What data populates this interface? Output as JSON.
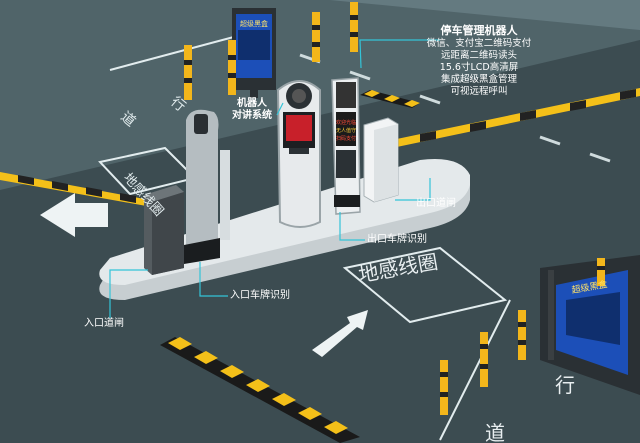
{
  "colors": {
    "road": "#3c4c51",
    "road_light": "#4a5d63",
    "ground_marking": "#d9e4e6",
    "island": "#d4dadd",
    "barrier_yellow": "#f4c019",
    "post_yellow": "#f3b61b",
    "callout_cyan": "#33c4d8",
    "screen_blue": "#1c4fb8"
  },
  "icons": [
    "left-arrow-marking",
    "up-arrow-marking",
    "barrier-gate",
    "parking-robot",
    "camera-post",
    "display-kiosk",
    "bollard"
  ],
  "robot_description": {
    "title": "停车管理机器人",
    "lines": [
      "微信、支付宝二维码支付",
      "远距离二维码读头",
      "15.6寸LCD高清屏",
      "集成超级黑盒管理",
      "可视远程呼叫"
    ]
  },
  "labels": {
    "robot_talk": [
      "机器人",
      "对讲系统"
    ],
    "exit_gate": "出口道闸",
    "exit_plate": "出口车牌识别",
    "entrance_plate": "入口车牌识别",
    "entrance_gate": "入口道闸"
  },
  "ground_text": {
    "loop": "地感线圈",
    "loop_left": "地感线圈",
    "lane_right": [
      "行",
      "道"
    ],
    "lane_left": [
      "道",
      "行"
    ]
  },
  "screen_text": {
    "left_display": "超级黑盒",
    "right_display": "超级黑盒",
    "kiosk": [
      "欢迎光临",
      "无人值守",
      "扫码支付"
    ]
  }
}
